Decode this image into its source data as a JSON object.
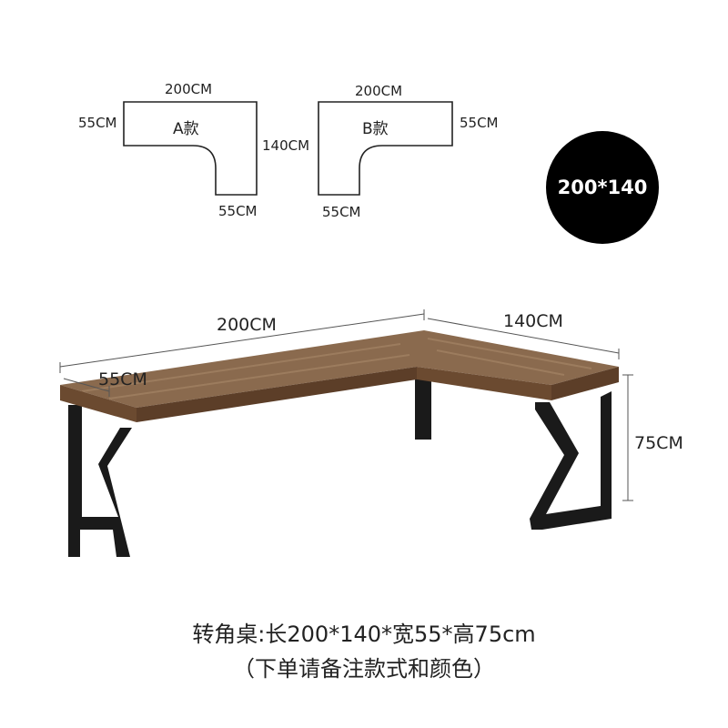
{
  "shapes": {
    "a": {
      "name": "A款",
      "top_width": "200CM",
      "left_depth": "55CM",
      "side_length": "140CM",
      "bottom_depth": "55CM"
    },
    "b": {
      "name": "B款",
      "top_width": "200CM",
      "right_depth": "55CM",
      "bottom_depth": "55CM"
    }
  },
  "size_badge": "200*140",
  "product": {
    "length_label": "200CM",
    "side_label": "140CM",
    "depth_label": "55CM",
    "height_label": "75CM"
  },
  "caption": {
    "line1": "转角桌:长200*140*宽55*高75cm",
    "line2": "（下单请备注款式和颜色）"
  },
  "colors": {
    "wood_top": "#8a6a4e",
    "wood_edge": "#6b4a30",
    "steel": "#1a1a1a",
    "badge": "#000000"
  }
}
